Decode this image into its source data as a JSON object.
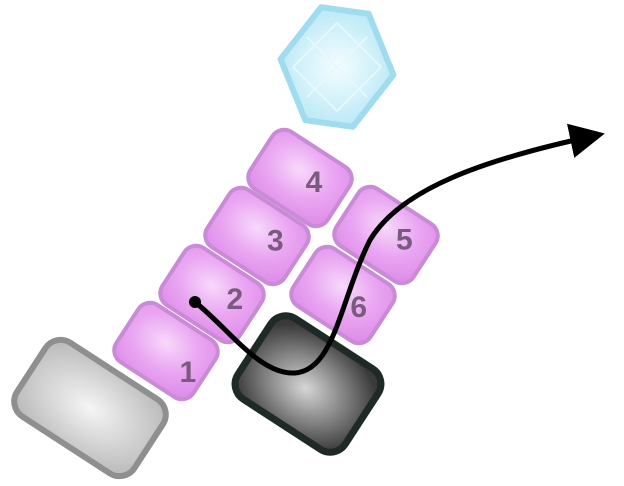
{
  "scene": {
    "tiles": [
      {
        "label": "1"
      },
      {
        "label": "2"
      },
      {
        "label": "3"
      },
      {
        "label": "4"
      },
      {
        "label": "5"
      },
      {
        "label": "6"
      }
    ]
  },
  "colors": {
    "purple_tile_fill": "#e89cf0",
    "purple_tile_border": "#c98ad6",
    "tile_label": "#7a5a7e",
    "gray_block_fill": "#c8c8c8",
    "gray_block_border": "#8f8f8f",
    "dark_block_fill": "#6a6a6a",
    "dark_block_border": "#1f2a26",
    "crystal_fill": "#bfeaf6",
    "crystal_border": "#9fdcef",
    "path_line": "#000000"
  }
}
